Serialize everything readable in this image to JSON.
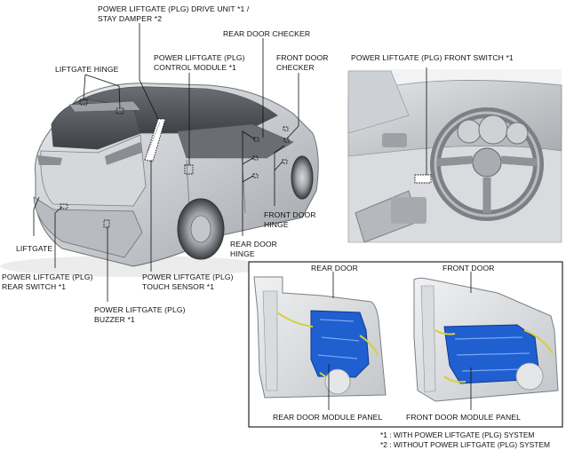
{
  "labels": {
    "drive_unit": [
      "POWER LIFTGATE (PLG) DRIVE UNIT *1  /",
      "STAY DAMPER *2"
    ],
    "liftgate_hinge": [
      "LIFTGATE HINGE"
    ],
    "control_module": [
      "POWER LIFTGATE (PLG)",
      "CONTROL MODULE *1"
    ],
    "rear_door_checker": [
      "REAR DOOR CHECKER"
    ],
    "front_door_checker": [
      "FRONT DOOR",
      "CHECKER"
    ],
    "front_switch": [
      "POWER LIFTGATE (PLG) FRONT SWITCH *1"
    ],
    "front_door_hinge": [
      "FRONT DOOR",
      "HINGE"
    ],
    "rear_door_hinge": [
      "REAR DOOR",
      "HINGE"
    ],
    "liftgate": [
      "LIFTGATE"
    ],
    "rear_switch": [
      "POWER LIFTGATE (PLG)",
      "REAR SWITCH *1"
    ],
    "touch_sensor": [
      "POWER LIFTGATE (PLG)",
      "TOUCH SENSOR *1"
    ],
    "buzzer": [
      "POWER LIFTGATE (PLG)",
      "BUZZER *1"
    ],
    "rear_door": [
      "REAR DOOR"
    ],
    "front_door": [
      "FRONT DOOR"
    ],
    "rear_door_module_panel": [
      "REAR DOOR MODULE PANEL"
    ],
    "front_door_module_panel": [
      "FRONT DOOR MODULE PANEL"
    ]
  },
  "notes": [
    "*1 : WITH POWER LIFTGATE (PLG) SYSTEM",
    "*2 : WITHOUT POWER LIFTGATE (PLG) SYSTEM"
  ],
  "colors": {
    "module_panel": "#1f5fd0",
    "harness": "#d6cf3a",
    "car_body": "#cfd2d6",
    "line": "#111111"
  }
}
